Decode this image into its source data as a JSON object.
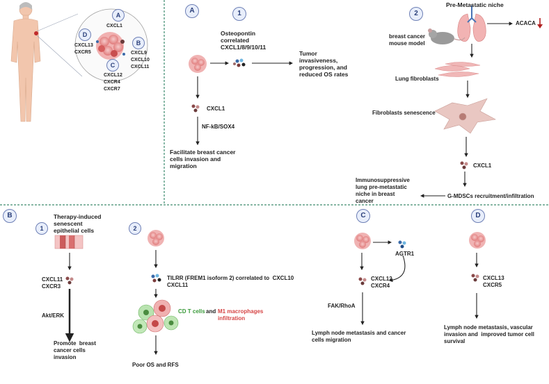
{
  "badges": {
    "panel_a": "A",
    "panel_b": "B",
    "panel_c": "C",
    "panel_d": "D",
    "a_step1": "1",
    "a_step2": "2",
    "b_step1": "1",
    "b_step2": "2",
    "zoom_a": "A",
    "zoom_b": "B",
    "zoom_c": "C",
    "zoom_d": "D"
  },
  "zoom": {
    "a_label": "CXCL1",
    "b_label": "CXCL9\nCXCL10\nCXCL11",
    "c_label": "CXCL12\nCXCR4\nCXCR7",
    "d_label": "CXCL13\nCXCR5"
  },
  "panel_a": {
    "osteopontin": "Osteopontin\ncorrelated\nCXCL1/8/9/10/11",
    "outcome": "Tumor\ninvasiveness,\nprogression, and\nreduced OS rates",
    "cxcl1": "CXCL1",
    "pathway": "NF-kB/SOX4",
    "facilitate": "Facilitate breast cancer\ncells invasion and\nmigration",
    "niche_title": "Pre-Metastatic niche",
    "mouse": "breast cancer\nmouse model",
    "acaca": "ACACA",
    "lung_fibro": "Lung fibroblasts",
    "senescence": "Fibroblasts senescence",
    "cxcl1_b": "CXCL1",
    "gmdsc": "G-MDSCs recruitment/infiltration",
    "immuno": "Immunosuppressive\nlung pre-metastatic\nniche in breast\ncancer"
  },
  "panel_b": {
    "therapy": "Therapy-induced\nsenescent\nepithelial cells",
    "cxcl11": "CXCL11\nCXCR3",
    "akt": "Akt/ERK",
    "promote": "Promote  breast\ncancer cells\ninvasion",
    "tilrr": "TILRR (FREM1 isoform 2) correlated to  CXCL10\nCXCL11",
    "cd_t": "CD T cells",
    "and": "and",
    "m1": "M1 macrophages\ninfiltration",
    "poor": "Poor OS and RFS"
  },
  "panel_c": {
    "agtr1": "AGTR1",
    "cxcl12": "CXCL12\nCXCR4",
    "fak": "FAK/RhoA",
    "lymph": "Lymph node metastasis and cancer\ncells migration"
  },
  "panel_d": {
    "cxcl13": "CXCL13\nCXCR5",
    "lymph": "Lymph node metastasis, vascular\ninvasion and  improved tumor cell\nsurvival"
  },
  "colors": {
    "divider": "#3d8b6e",
    "arrow": "#222222",
    "green_text": "#3a9a3a",
    "red_text": "#d64545",
    "down_arrow": "#b02020"
  }
}
